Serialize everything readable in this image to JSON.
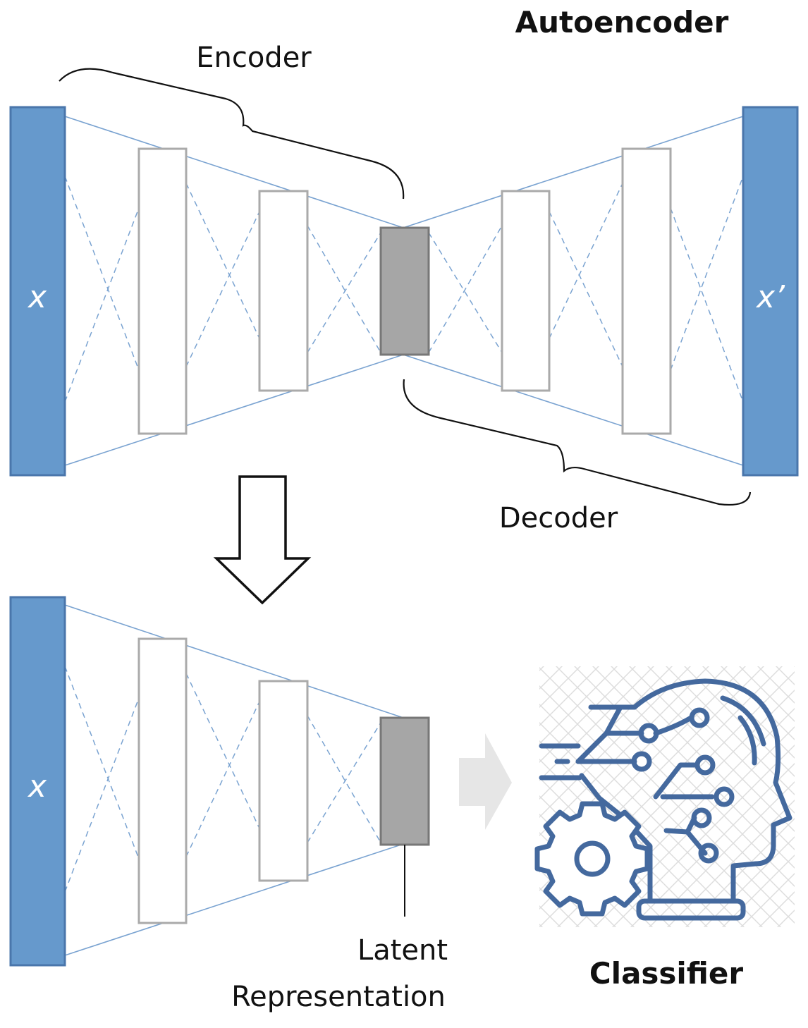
{
  "title": "Autoencoder",
  "encoder_label": "Encoder",
  "decoder_label": "Decoder",
  "input_label": "x",
  "output_label": "x’",
  "encoder_only_input_label": "x",
  "latent_label_line1": "Latent",
  "latent_label_line2": "Representation",
  "classifier_label": "Classifier",
  "icons": {
    "transition_arrow": "down-arrow-icon",
    "feed_arrow": "right-arrow-icon",
    "classifier": "ai-head-circuit-icon",
    "gear": "gear-icon"
  },
  "colors": {
    "io_layer": "#6699cc",
    "io_border": "#4a76ab",
    "hidden_layer_border": "#aaaaaa",
    "latent_fill": "#a6a6a6",
    "latent_border": "#777777",
    "connection": "#7aa3d1",
    "icon_blue": "#44699e",
    "arrow_gray": "#e6e6e6"
  }
}
